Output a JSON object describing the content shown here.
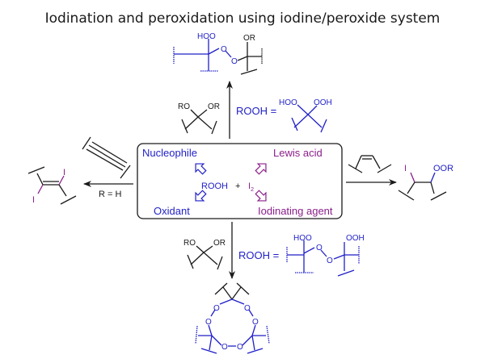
{
  "title": "Iodination and peroxidation using iodine/peroxide system",
  "colors": {
    "black": "#1a1a1a",
    "blue": "#1f1fc8",
    "purple": "#8a1f8a"
  },
  "center_box": {
    "nucleophile": "Nucleophile",
    "oxidant": "Oxidant",
    "lewis_acid": "Lewis acid",
    "iodinating_agent": "Iodinating agent",
    "rooh": "ROOH",
    "plus": "+",
    "iodine": "I",
    "iodine_subscript": "2"
  },
  "top_branch": {
    "reagent_left_labels": [
      "RO",
      "OR"
    ],
    "rooh_def_label": "ROOH =",
    "rooh_def_groups": [
      "HOO",
      "OOH"
    ],
    "product_labels": [
      "HOO",
      "O",
      "O",
      "OR"
    ]
  },
  "bottom_branch": {
    "reagent_left_labels": [
      "RO",
      "OR"
    ],
    "rooh_def_label": "ROOH =",
    "rooh_def_groups": [
      "HOO",
      "O",
      "O",
      "OOH"
    ],
    "product_ring_oxygens": [
      "O",
      "O",
      "O",
      "O",
      "O",
      "O"
    ]
  },
  "left_branch": {
    "condition": "R = H",
    "product_labels": [
      "I",
      "I"
    ]
  },
  "right_branch": {
    "product_labels": [
      "I",
      "OOR"
    ]
  }
}
